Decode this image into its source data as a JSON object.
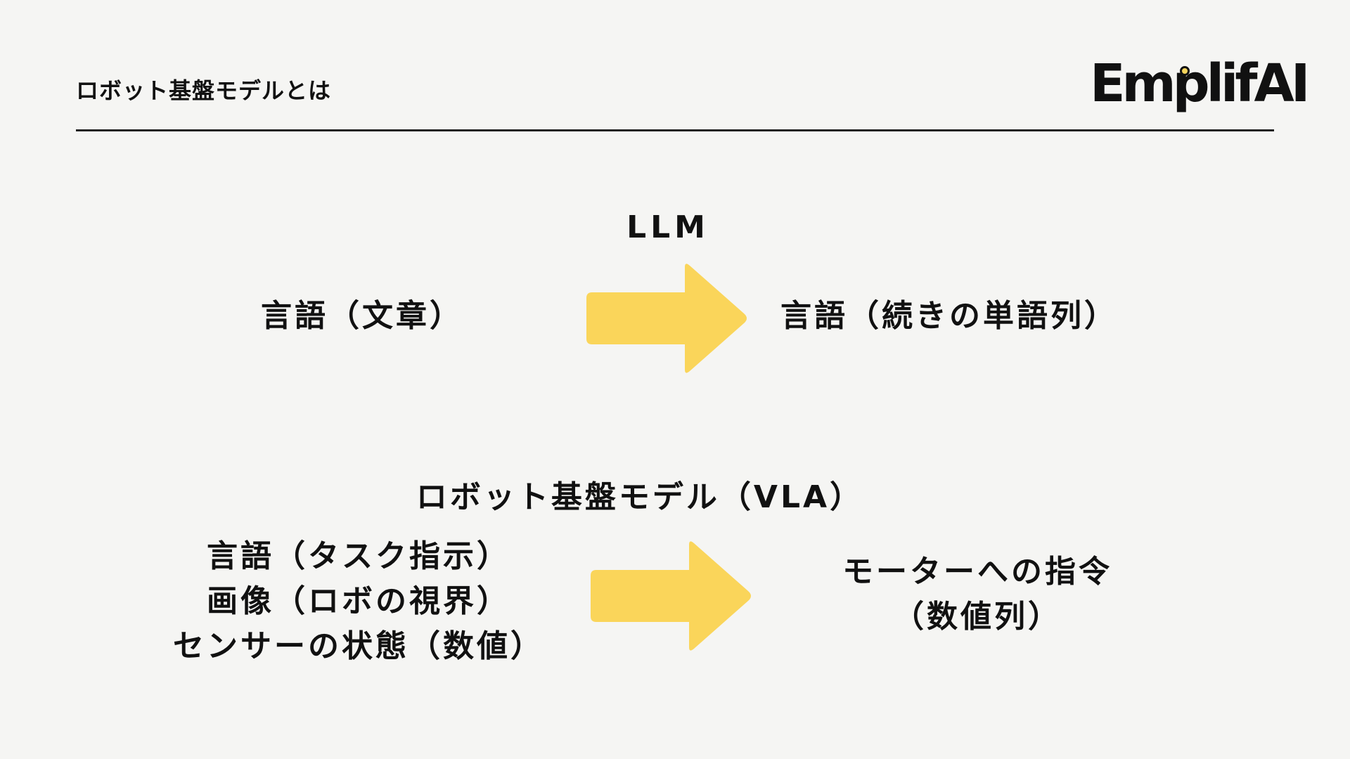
{
  "header": {
    "title": "ロボット基盤モデルとは",
    "logo_text": "EmplifAI"
  },
  "colors": {
    "background": "#f5f5f3",
    "arrow": "#fad55a",
    "text": "#111111"
  },
  "llm": {
    "title": "LLM",
    "input": "言語（文章）",
    "output": "言語（続きの単語列）"
  },
  "vla": {
    "title": "ロボット基盤モデル（VLA）",
    "inputs": [
      "言語（タスク指示）",
      "画像（ロボの視界）",
      "センサーの状態（数値）"
    ],
    "outputs": [
      "モーターへの指令",
      "（数値列）"
    ]
  },
  "icons": {
    "arrow": "right-arrow-icon"
  }
}
